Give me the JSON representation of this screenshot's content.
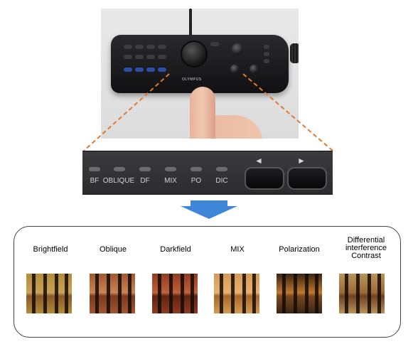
{
  "console": {
    "brand": "OLYMPUS"
  },
  "strip": {
    "modes": [
      "BF",
      "OBLIQUE",
      "DF",
      "MIX",
      "PO",
      "DIC"
    ],
    "left_arrow": "◄",
    "right_arrow": "►"
  },
  "comparison": {
    "items": [
      {
        "label": "Brightfield",
        "colors": [
          "#b38c3a",
          "#c9a15a",
          "#8a5a2a"
        ]
      },
      {
        "label": "Oblique",
        "colors": [
          "#a3562f",
          "#c98555",
          "#7a3a20"
        ]
      },
      {
        "label": "Darkfield",
        "colors": [
          "#8f3b22",
          "#c0613b",
          "#5f2414"
        ]
      },
      {
        "label": "MIX",
        "colors": [
          "#d49a55",
          "#e8b070",
          "#a8682f"
        ]
      },
      {
        "label": "Polarization",
        "colors": [
          "#3a2414",
          "#c0782e",
          "#7a4a1e"
        ]
      },
      {
        "label": "Differential interference Contrast",
        "colors": [
          "#b9935a",
          "#9b6a3a",
          "#6e4322"
        ]
      }
    ]
  },
  "colors": {
    "orange_dash": "#e07a30",
    "down_arrow_blue": "#3f86d8"
  }
}
